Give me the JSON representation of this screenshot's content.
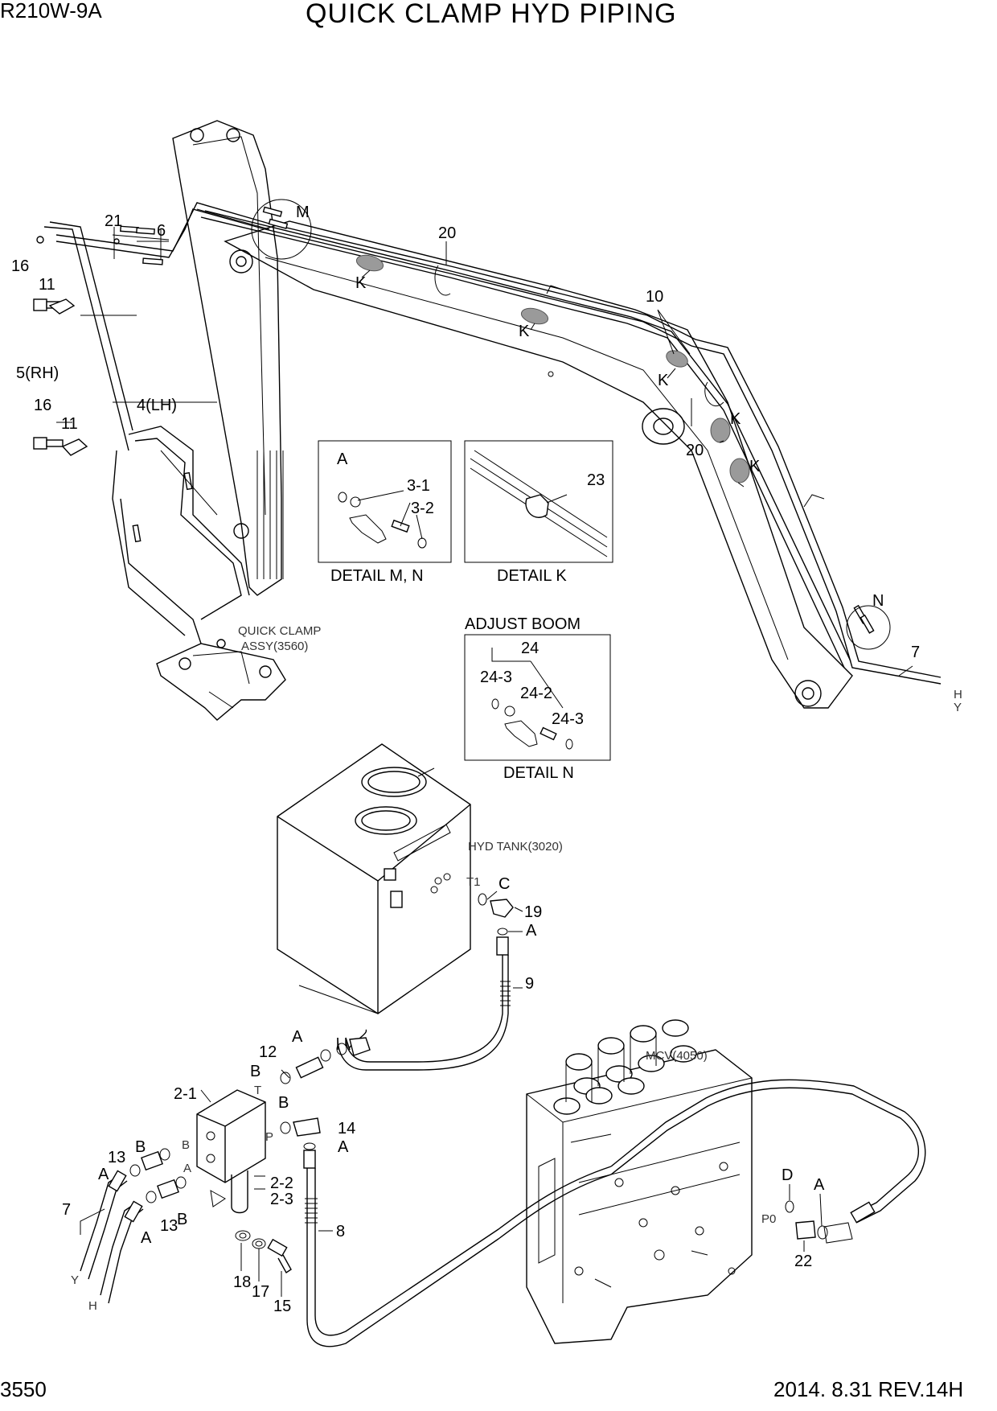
{
  "header": {
    "model": "R210W-9A",
    "title": "QUICK CLAMP HYD PIPING"
  },
  "footer": {
    "page_number": "3550",
    "revision": "2014. 8.31  REV.14H"
  },
  "callouts": {
    "c21": "21",
    "c6": "6",
    "cM": "M",
    "c20a": "20",
    "cKa": "K",
    "cKb": "K",
    "c10": "10",
    "cKc": "K",
    "c20b": "20",
    "cKd": "K",
    "cKe": "K",
    "c16a": "16",
    "c11a": "11",
    "c5rh": "5(RH)",
    "c4lh": "4(LH)",
    "c16b": "16",
    "c11b": "11",
    "cN": "N",
    "c7a": "7",
    "cH1": "H",
    "cY1": "Y",
    "cA1": "A",
    "c31": "3-1",
    "c32": "3-2",
    "c23": "23",
    "c24": "24",
    "c243a": "24-3",
    "c242": "24-2",
    "c243b": "24-3",
    "cT1": "T1",
    "cC": "C",
    "c19": "19",
    "cA2": "A",
    "c9": "9",
    "cA3": "A",
    "c12": "12",
    "cB1": "B",
    "cT": "T",
    "c21b": "2-1",
    "cB2": "B",
    "cP": "P",
    "c14": "14",
    "cA4": "A",
    "cB3": "B",
    "cBport": "B",
    "c13a": "13",
    "cA5": "A",
    "cAport": "A",
    "c22": "2-2",
    "c23b": "2-3",
    "c7b": "7",
    "c13b": "13",
    "cB4": "B",
    "cA6": "A",
    "cY2": "Y",
    "cH2": "H",
    "c18": "18",
    "c17": "17",
    "c15": "15",
    "c8": "8",
    "cD": "D",
    "cA7": "A",
    "cP0": "P0",
    "c22b": "22"
  },
  "details": {
    "mn": "DETAIL M, N",
    "k": "DETAIL K",
    "adjust_boom": "ADJUST BOOM",
    "n": "DETAIL N"
  },
  "references": {
    "quick_clamp_line1": "QUICK CLAMP",
    "quick_clamp_line2": "ASSY(3560)",
    "hyd_tank": "HYD TANK(3020)",
    "mcv": "MCV(4050)"
  }
}
